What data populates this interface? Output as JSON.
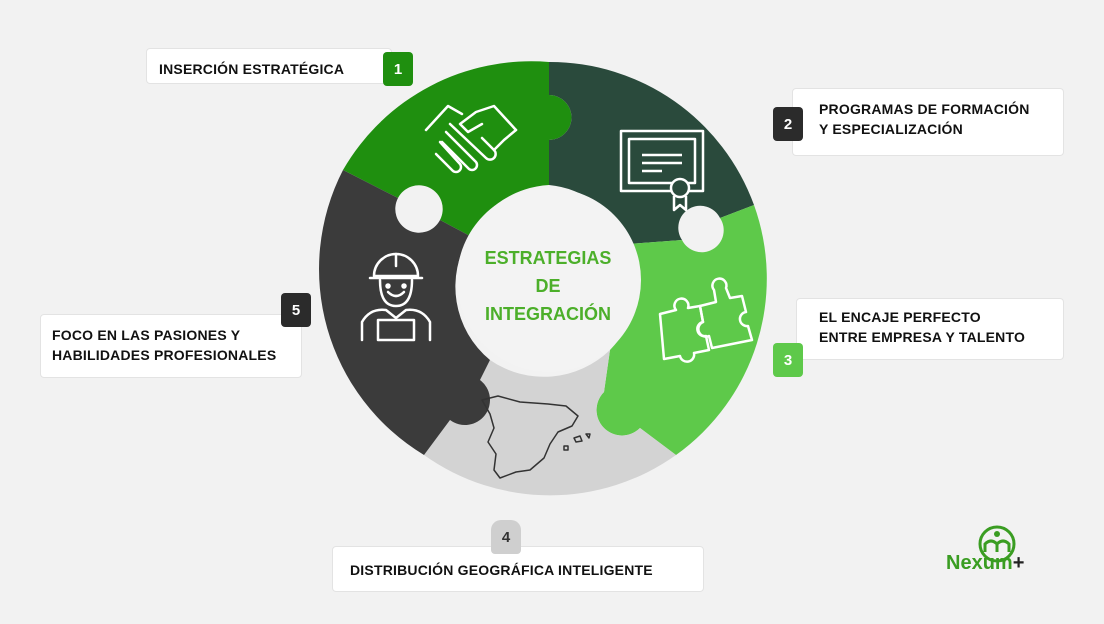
{
  "center": {
    "line1": "ESTRATEGIAS",
    "line2": "DE",
    "line3": "INTEGRACIÓN"
  },
  "steps": [
    {
      "number": "1",
      "line1": "INSERCIÓN ESTRATÉGICA",
      "line2": "",
      "color": "#1f8f0f",
      "icon": "handshake-icon"
    },
    {
      "number": "2",
      "line1": "PROGRAMAS DE FORMACIÓN",
      "line2": "Y ESPECIALIZACIÓN",
      "color": "#2a4a3c",
      "icon": "certificate-icon"
    },
    {
      "number": "3",
      "line1": "EL ENCAJE PERFECTO",
      "line2": "ENTRE EMPRESA Y TALENTO",
      "color": "#5ec94a",
      "icon": "puzzle-icon"
    },
    {
      "number": "4",
      "line1": "DISTRIBUCIÓN GEOGRÁFICA INTELIGENTE",
      "line2": "",
      "color": "#cfcfcf",
      "icon": "spain-map-icon"
    },
    {
      "number": "5",
      "line1": "FOCO EN LAS PASIONES Y",
      "line2": "HABILIDADES PROFESIONALES",
      "color": "#3b3b3b",
      "icon": "worker-icon"
    }
  ],
  "brand": {
    "name": "Nexum",
    "suffix": "+",
    "color": "#3a9d22"
  }
}
